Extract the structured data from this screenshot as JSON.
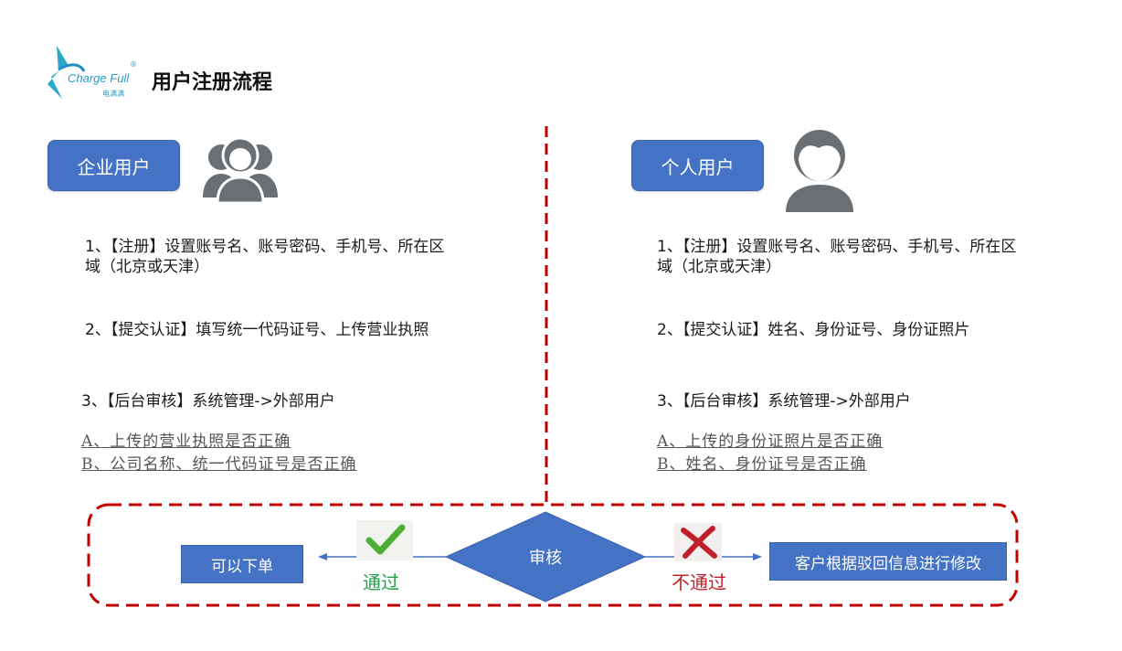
{
  "header": {
    "logo_text": "Charge Full",
    "logo_sub": "电满满",
    "logo_reg": "®",
    "title": "用户注册流程"
  },
  "enterprise": {
    "label": "企业用户",
    "steps": [
      "1、【注册】设置账号名、账号密码、手机号、所在区域（北京或天津）",
      "2、【提交认证】填写统一代码证号、上传营业执照",
      "3、【后台审核】系统管理->外部用户"
    ],
    "checks": [
      "A、上传的营业执照是否正确",
      "B、公司名称、统一代码证号是否正确"
    ]
  },
  "personal": {
    "label": "个人用户",
    "steps": [
      "1、【注册】设置账号名、账号密码、手机号、所在区域（北京或天津）",
      "2、【提交认证】姓名、身份证号、身份证照片",
      "3、【后台审核】系统管理->外部用户"
    ],
    "checks": [
      "A、上传的身份证照片是否正确",
      "B、姓名、身份证号是否正确"
    ]
  },
  "flow": {
    "decision": "审核",
    "pass_label": "通过",
    "fail_label": "不通过",
    "pass_result": "可以下单",
    "fail_result": "客户根据驳回信息进行修改"
  },
  "icons": {
    "logo": "charge-full-logo",
    "enterprise": "group-users-icon",
    "personal": "single-user-icon",
    "pass": "check-icon",
    "fail": "cross-icon"
  },
  "colors": {
    "accent": "#4472c4",
    "dash_red": "#c00000",
    "pass_green": "#23a04a",
    "fail_red": "#c0202a",
    "icon_gray": "#6a6f74"
  }
}
